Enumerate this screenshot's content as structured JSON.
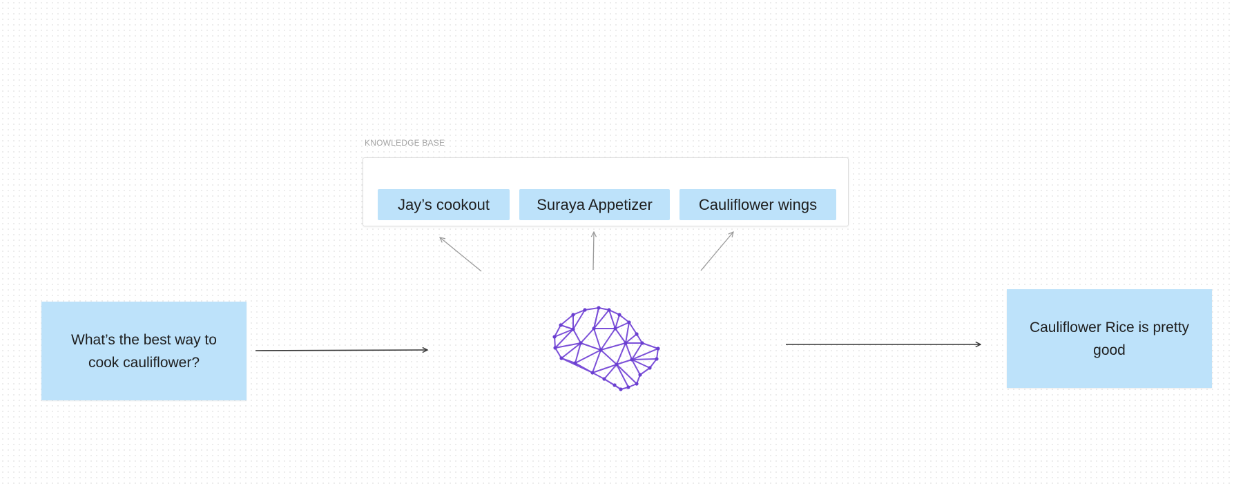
{
  "knowledge_base": {
    "label": "KNOWLEDGE BASE",
    "items": [
      {
        "label": "Jay’s cookout"
      },
      {
        "label": "Suraya Appetizer"
      },
      {
        "label": "Cauliflower wings"
      }
    ]
  },
  "question": {
    "text": "What’s the best way to cook cauliflower?"
  },
  "answer": {
    "text": "Cauliflower Rice is pretty good"
  },
  "model": {
    "icon": "brain-network-icon",
    "color": "#7b4fd8"
  },
  "colors": {
    "note_background": "#bde2fa",
    "arrow_dark": "#333333",
    "arrow_light": "#9a9a9a"
  }
}
